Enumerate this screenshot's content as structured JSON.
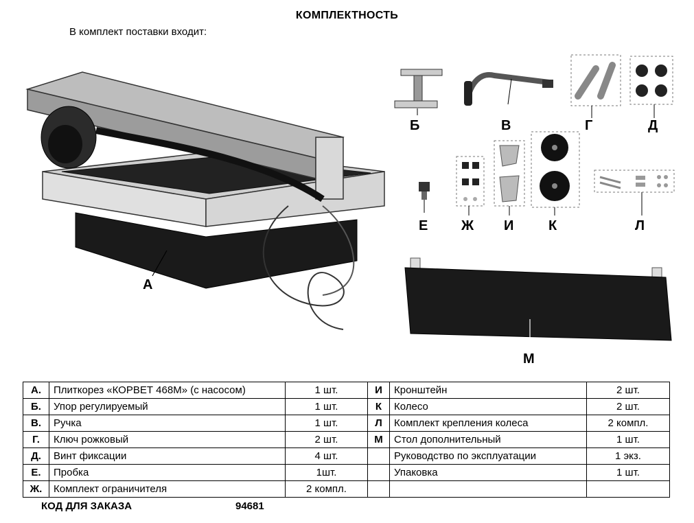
{
  "header": {
    "title": "КОМПЛЕКТНОСТЬ",
    "subtitle": "В комплект поставки входит:"
  },
  "figure_labels": {
    "A": "А",
    "B": "Б",
    "V": "В",
    "G": "Г",
    "D": "Д",
    "E": "Е",
    "ZH": "Ж",
    "I": "И",
    "K": "К",
    "L": "Л",
    "M": "М"
  },
  "items_left": [
    {
      "code": "А.",
      "name": "Плиткорез «КОРВЕТ 468М»  (с насосом)",
      "qty": "1 шт."
    },
    {
      "code": "Б.",
      "name": "Упор регулируемый",
      "qty": "1 шт."
    },
    {
      "code": "В.",
      "name": "Ручка",
      "qty": "1 шт."
    },
    {
      "code": "Г.",
      "name": "Ключ рожковый",
      "qty": "2 шт."
    },
    {
      "code": "Д.",
      "name": "Винт фиксации",
      "qty": "4 шт."
    },
    {
      "code": "Е.",
      "name": "Пробка",
      "qty": "1шт."
    },
    {
      "code": "Ж.",
      "name": "Комплект ограничителя",
      "qty": "2 компл."
    }
  ],
  "items_right": [
    {
      "code": "И",
      "name": "Кронштейн",
      "qty": "2 шт."
    },
    {
      "code": "К",
      "name": "Колесо",
      "qty": "2 шт."
    },
    {
      "code": "Л",
      "name": "Комплект крепления колеса",
      "qty": "2 компл."
    },
    {
      "code": "М",
      "name": " Стол дополнительный",
      "qty": "1 шт."
    },
    {
      "code": "",
      "name": "Руководство по эксплуатации",
      "qty": "1 экз."
    },
    {
      "code": "",
      "name": "Упаковка",
      "qty": "1 шт."
    },
    {
      "code": "",
      "name": "",
      "qty": ""
    }
  ],
  "footer": {
    "order_label": "КОД  ДЛЯ  ЗАКАЗА",
    "order_code": "94681"
  }
}
